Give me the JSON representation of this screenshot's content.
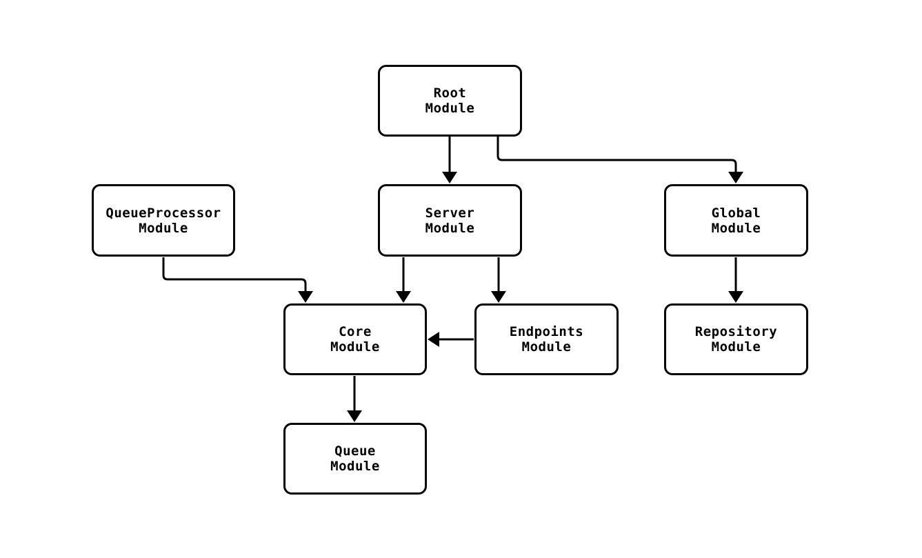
{
  "diagram": {
    "type": "flowchart",
    "background_color": "#ffffff",
    "node_fill_color": "#ffffff",
    "node_border_color": "#000000",
    "edge_color": "#000000",
    "text_color": "#000000",
    "nodes": [
      {
        "id": "root",
        "label": "Root\nModule"
      },
      {
        "id": "queueprocessor",
        "label": "QueueProcessor\nModule"
      },
      {
        "id": "server",
        "label": "Server\nModule"
      },
      {
        "id": "global",
        "label": "Global\nModule"
      },
      {
        "id": "core",
        "label": "Core\nModule"
      },
      {
        "id": "endpoints",
        "label": "Endpoints\nModule"
      },
      {
        "id": "repository",
        "label": "Repository\nModule"
      },
      {
        "id": "queue",
        "label": "Queue\nModule"
      }
    ],
    "edges": [
      {
        "from": "root",
        "to": "server",
        "style": "arrow"
      },
      {
        "from": "root",
        "to": "global",
        "style": "arrow"
      },
      {
        "from": "queueprocessor",
        "to": "core",
        "style": "arrow"
      },
      {
        "from": "server",
        "to": "core",
        "style": "arrow"
      },
      {
        "from": "server",
        "to": "endpoints",
        "style": "arrow"
      },
      {
        "from": "endpoints",
        "to": "core",
        "style": "arrow"
      },
      {
        "from": "global",
        "to": "repository",
        "style": "arrow"
      },
      {
        "from": "core",
        "to": "queue",
        "style": "arrow"
      }
    ]
  }
}
